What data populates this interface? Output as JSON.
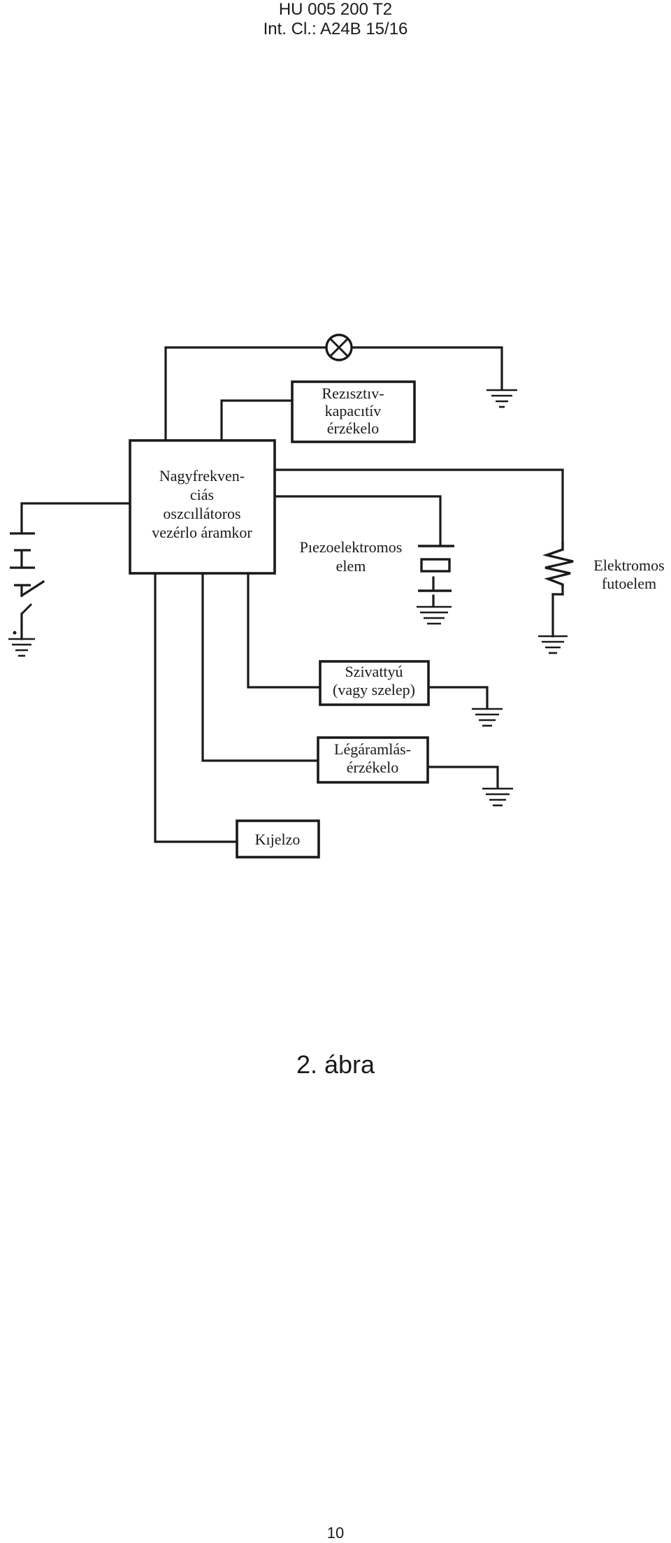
{
  "header": {
    "patent_number": "HU 005 200 T2",
    "classification": "Int. Cl.: A24B 15/16"
  },
  "diagram": {
    "controller": {
      "line1": "Nagyfrekven-",
      "line2": "ciás",
      "line3": "oszcıllátoros",
      "line4": "vezérlo áramkor"
    },
    "sensor_resistive": {
      "line1": "Rezısztıv-",
      "line2": "kapacıtív",
      "line3": "érzékelo"
    },
    "piezo": {
      "line1": "Pıezoelektromos",
      "line2": "elem"
    },
    "heater": {
      "line1": "Elektromos",
      "line2": "futoelem"
    },
    "pump": {
      "line1": "Szivattyú",
      "line2": "(vagy szelep)"
    },
    "airflow_sensor": {
      "line1": "Légáramlás-",
      "line2": "érzékelo"
    },
    "display": {
      "label": "Kıjelzo"
    }
  },
  "caption": "2. ábra",
  "page_number": "10"
}
